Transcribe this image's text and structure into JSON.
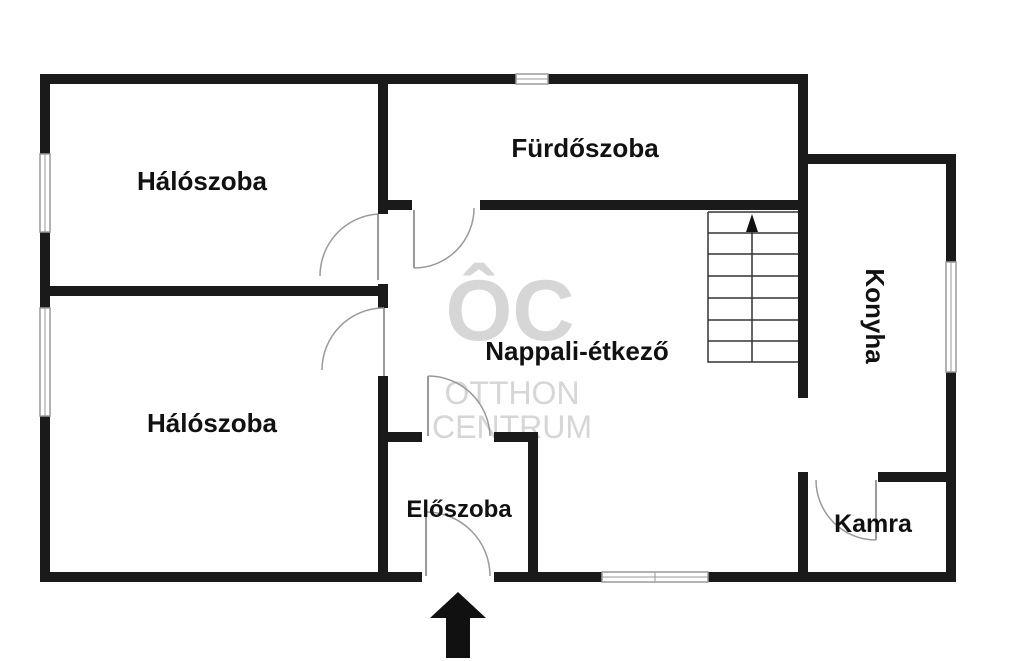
{
  "rooms": {
    "bedroom_top": "Hálószoba",
    "bathroom": "Fürdőszoba",
    "bedroom_bottom": "Hálószoba",
    "living_dining": "Nappali-étkező",
    "kitchen": "Konyha",
    "hallway": "Előszoba",
    "pantry": "Kamra"
  },
  "watermark": {
    "logo": "ÔC",
    "line1": "OTTHON",
    "line2": "CENTRUM"
  },
  "icons": {
    "stair_arrow": "arrow-up-icon",
    "entrance": "entrance-arrow-icon"
  },
  "colors": {
    "wall": "#1a1a1a",
    "fixture": "#9a9a9a",
    "watermark": "#d6d6d6"
  }
}
